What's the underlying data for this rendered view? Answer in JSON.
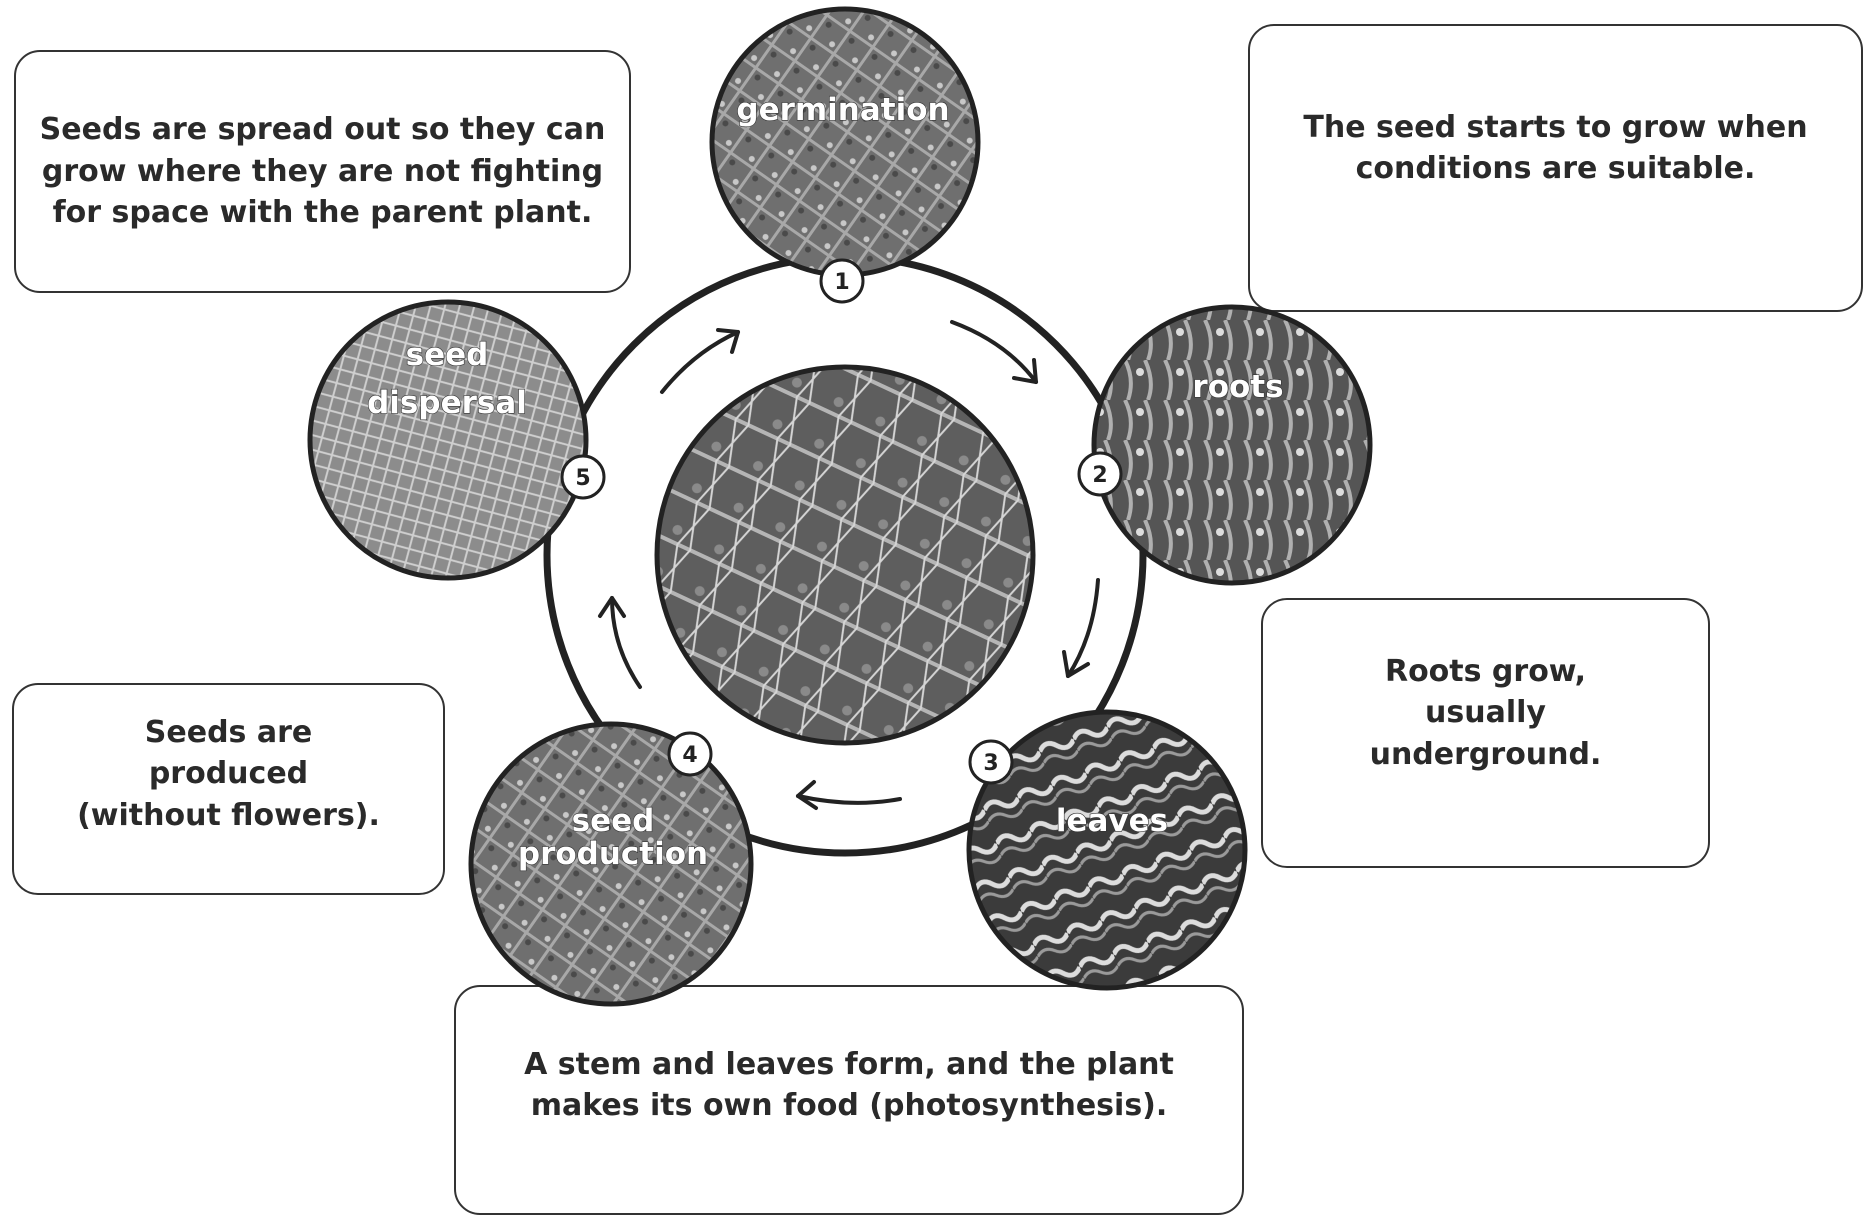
{
  "stages": [
    {
      "number": "1",
      "label_lines": [
        "germination"
      ],
      "description": "The seed starts to grow when conditions are suitable."
    },
    {
      "number": "2",
      "label_lines": [
        "roots"
      ],
      "description": "Roots grow, usually underground."
    },
    {
      "number": "3",
      "label_lines": [
        "leaves"
      ],
      "description": "A stem and leaves form, and the plant makes its own food (photosynthesis)."
    },
    {
      "number": "4",
      "label_lines": [
        "seed",
        "production"
      ],
      "description": "Seeds are produced (without flowers)."
    },
    {
      "number": "5",
      "label_lines": [
        "seed",
        "dispersal"
      ],
      "description": "Seeds are spread out so they can grow where they are not fighting for space with the parent plant."
    }
  ]
}
